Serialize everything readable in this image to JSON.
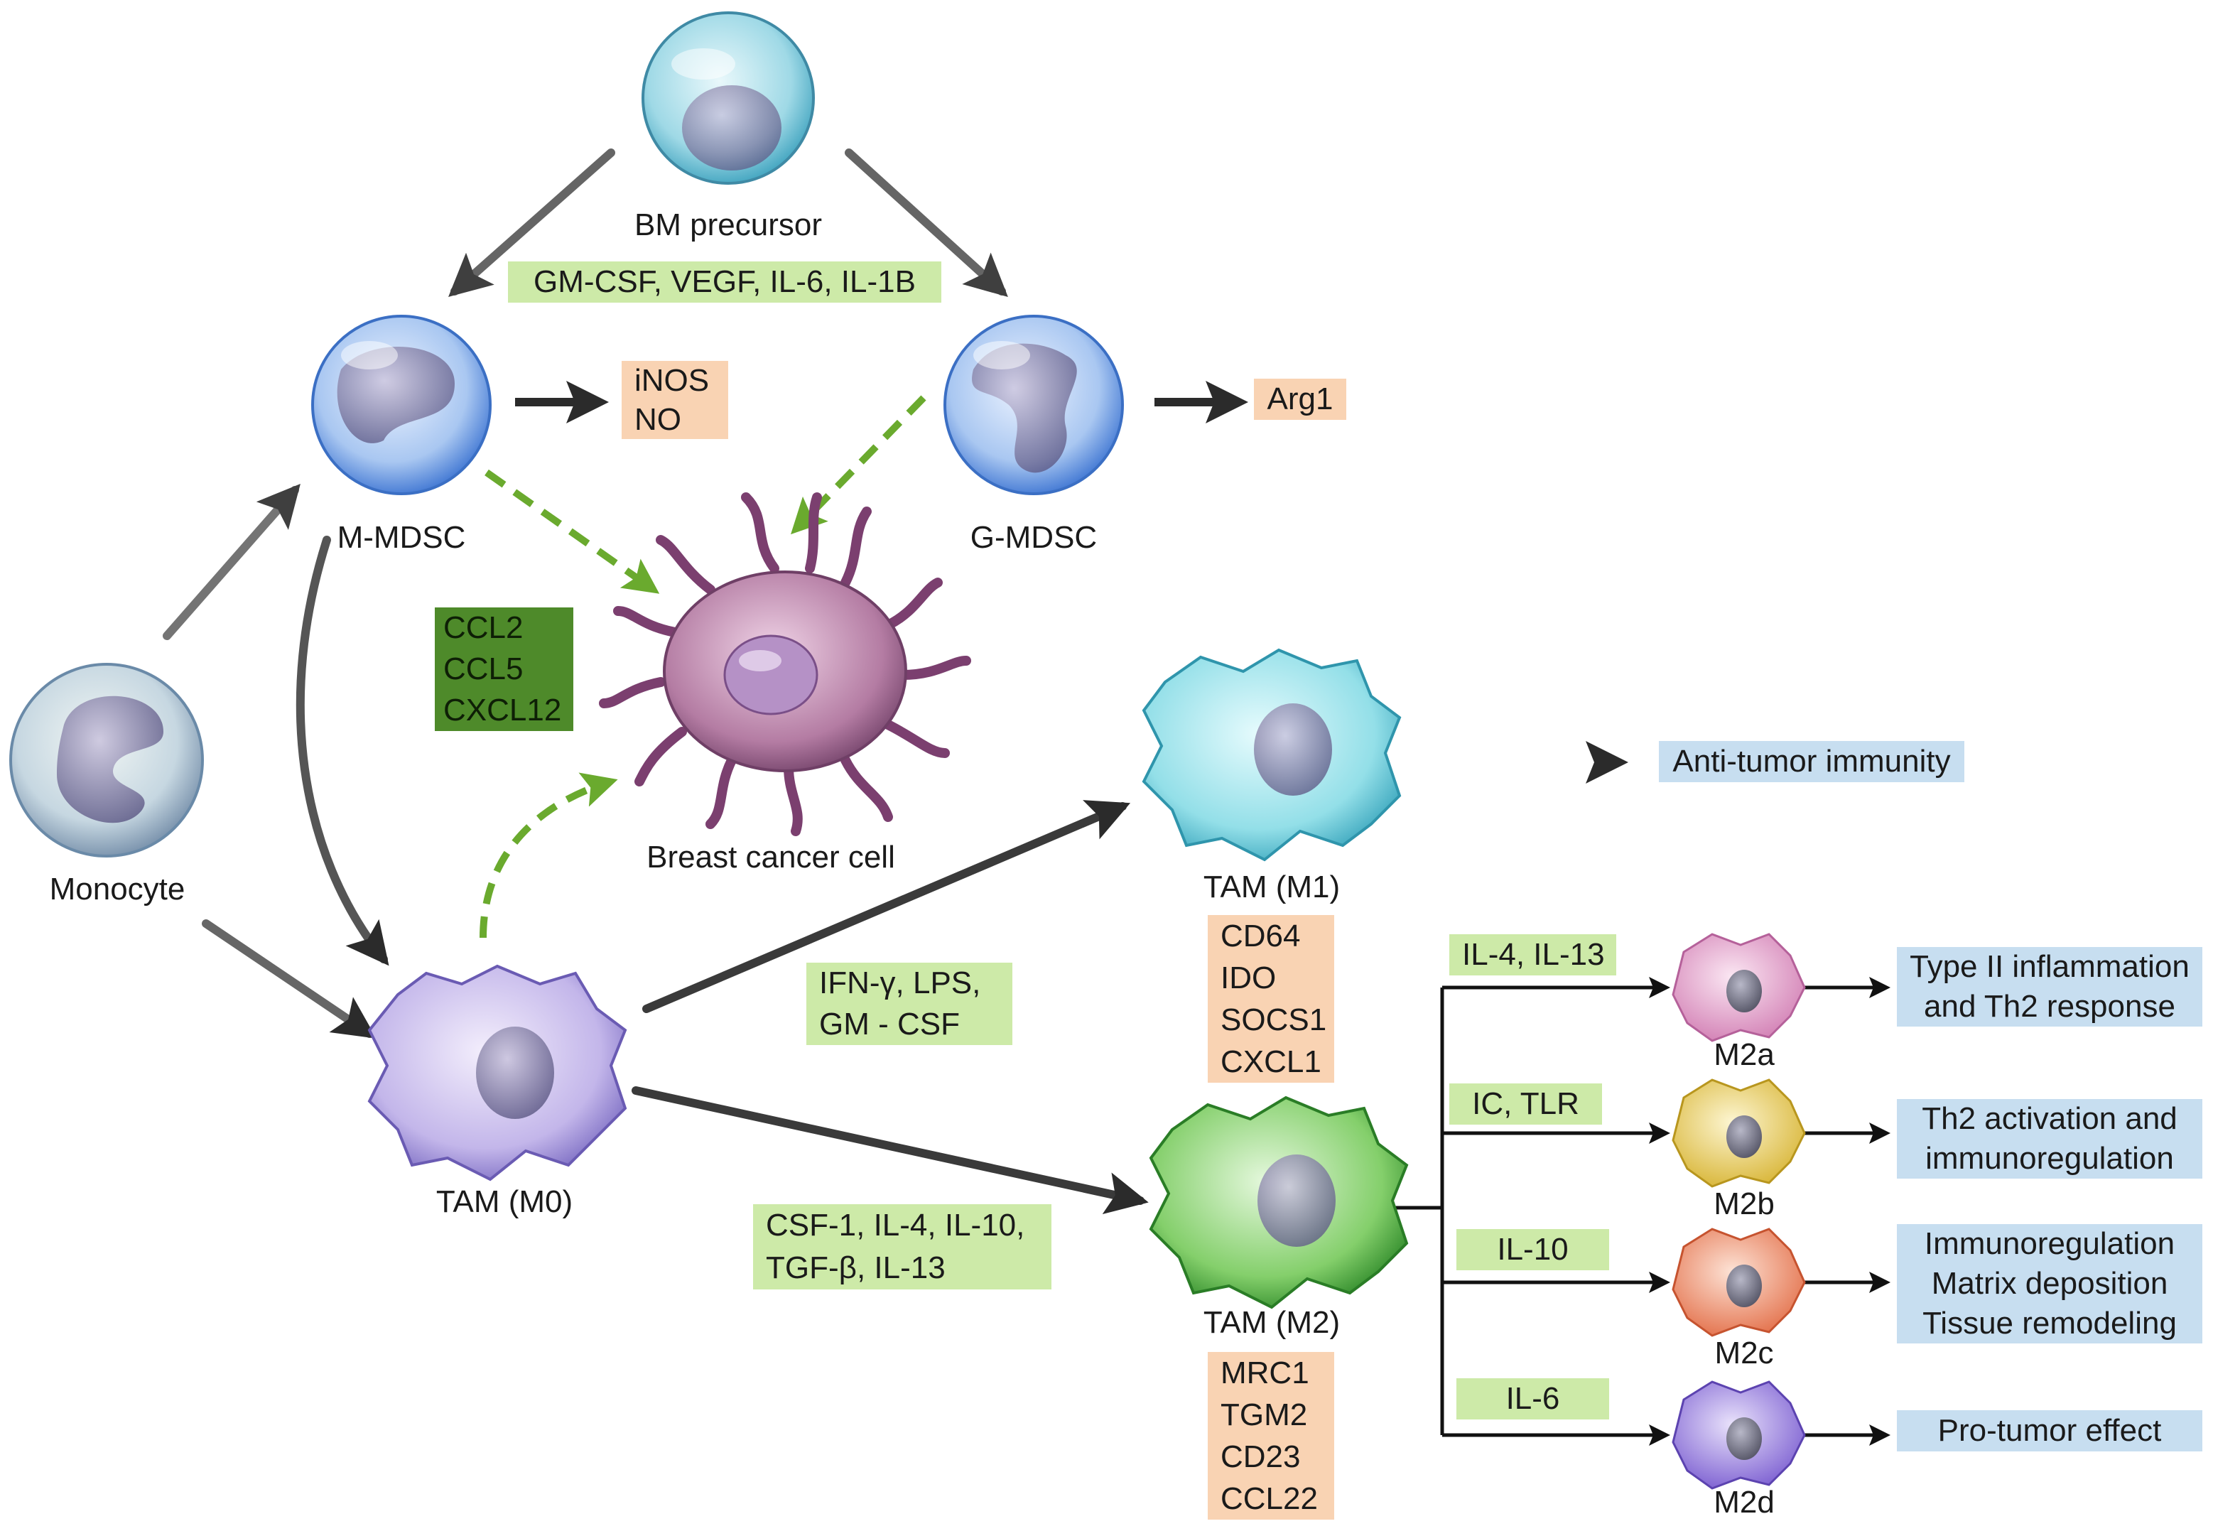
{
  "cells": {
    "bm_precursor": "BM precursor",
    "m_mdsc": "M-MDSC",
    "g_mdsc": "G-MDSC",
    "monocyte": "Monocyte",
    "breast_cancer": "Breast cancer cell",
    "tam_m0": "TAM (M0)",
    "tam_m1": "TAM (M1)",
    "tam_m2": "TAM (M2)",
    "m2a": "M2a",
    "m2b": "M2b",
    "m2c": "M2c",
    "m2d": "M2d"
  },
  "factors": {
    "precursor_factors": "GM-CSF, VEGF, IL-6, IL-1B",
    "mmdsc_products": [
      "iNOS",
      "NO"
    ],
    "gmdsc_product": "Arg1",
    "chemokines": [
      "CCL2",
      "CCL5",
      "CXCL12"
    ],
    "m1_inducers": [
      "IFN-γ, LPS,",
      "GM - CSF"
    ],
    "m2_inducers": [
      "CSF-1, IL-4, IL-10,",
      "TGF-β, IL-13"
    ],
    "m1_markers": [
      "CD64",
      "IDO",
      "SOCS1",
      "CXCL1"
    ],
    "m2_markers": [
      "MRC1",
      "TGM2",
      "CD23",
      "CCL22"
    ],
    "m2a_inducer": "IL-4, IL-13",
    "m2b_inducer": "IC, TLR",
    "m2c_inducer": "IL-10",
    "m2d_inducer": "IL-6"
  },
  "outcomes": {
    "m1": "Anti-tumor immunity",
    "m2a": [
      "Type II inflammation",
      "and Th2 response"
    ],
    "m2b": [
      "Th2 activation and",
      "immunoregulation"
    ],
    "m2c": [
      "Immunoregulation",
      "Matrix deposition",
      "Tissue remodeling"
    ],
    "m2d": "Pro-tumor effect"
  },
  "colors": {
    "factor_box": "#cdeaa8",
    "product_box": "#f9d3b3",
    "outcome_box": "#c7def0",
    "chemokine_box": "#4e8a2a",
    "dashed_arrow": "#6aaa2e"
  }
}
